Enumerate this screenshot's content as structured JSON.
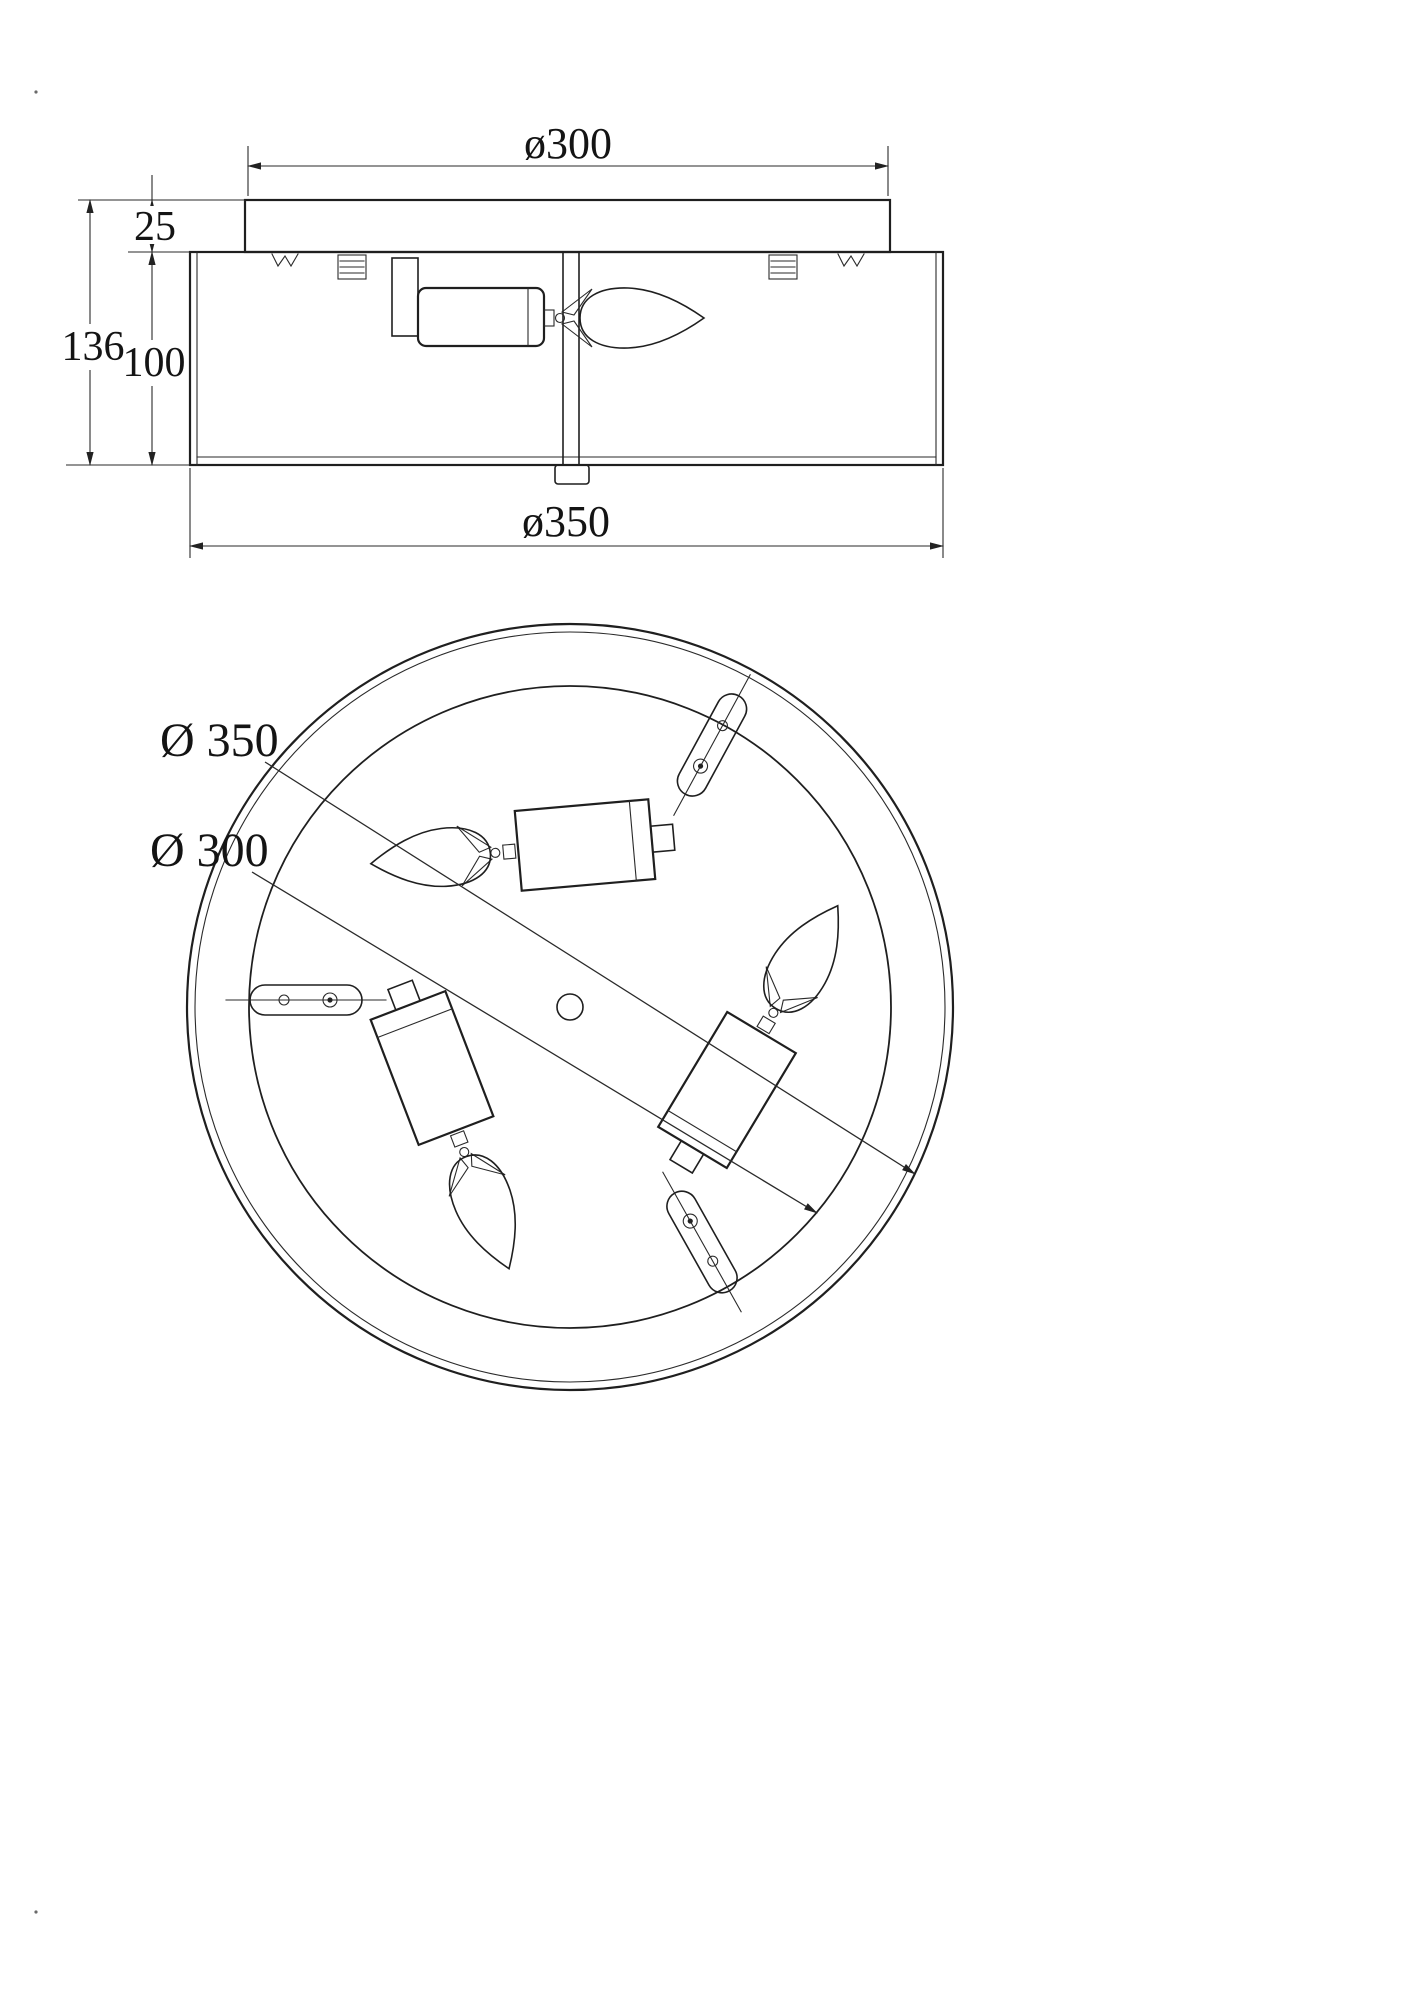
{
  "side_view": {
    "top_diameter_label": "ø300",
    "canopy_height_label": "25",
    "total_height_label": "136",
    "shade_height_label": "100",
    "bottom_diameter_label": "ø350"
  },
  "plan_view": {
    "outer_diameter_label": "Ø 350",
    "inner_diameter_label": "Ø 300"
  },
  "colors": {
    "line": "#1f1f1f",
    "background": "#ffffff"
  }
}
